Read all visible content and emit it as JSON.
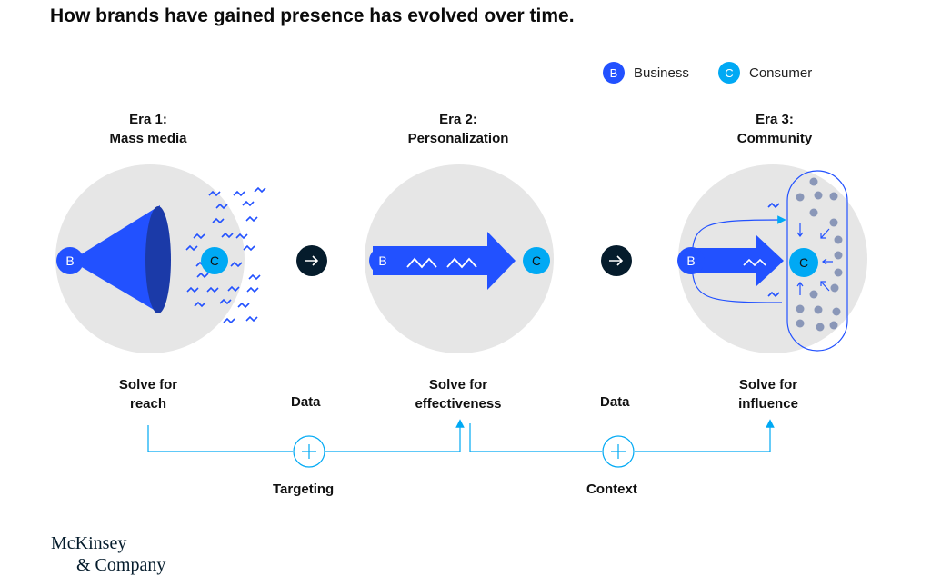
{
  "title": "How brands have gained presence has evolved over time.",
  "legend": [
    {
      "letter": "B",
      "label": "Business",
      "color": "#2251ff"
    },
    {
      "letter": "C",
      "label": "Consumer",
      "color": "#00a9f4"
    }
  ],
  "eras": [
    {
      "line1": "Era 1:",
      "line2": "Mass media",
      "solve1": "Solve for",
      "solve2": "reach"
    },
    {
      "line1": "Era 2:",
      "line2": "Personalization",
      "solve1": "Solve for",
      "solve2": "effectiveness"
    },
    {
      "line1": "Era 3:",
      "line2": "Community",
      "solve1": "Solve for",
      "solve2": "influence"
    }
  ],
  "connectors": {
    "data1": "Data",
    "data2": "Data",
    "targeting": "Targeting",
    "context": "Context"
  },
  "node_letters": {
    "business": "B",
    "consumer": "C"
  },
  "colors": {
    "business": "#2251ff",
    "consumer": "#00a9f4",
    "circle_bg": "#e6e6e6",
    "dark": "#051c2c",
    "line": "#00a9f4",
    "dots": "#8a97b8"
  },
  "logo": {
    "line1": "McKinsey",
    "line2": "& Company"
  }
}
